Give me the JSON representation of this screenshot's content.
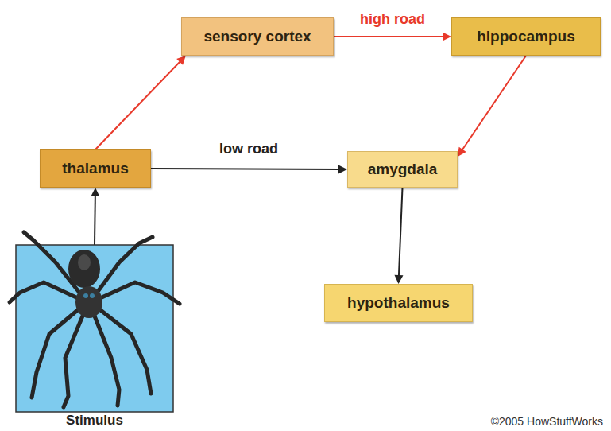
{
  "diagram": {
    "nodes": [
      {
        "text": [
          "sensory cortex"
        ]
      },
      {
        "text": [
          "hippocampus"
        ]
      },
      {
        "text": [
          "thalamus"
        ]
      },
      {
        "text": [
          "amygdala"
        ]
      },
      {
        "text": [
          "Stimulus"
        ]
      },
      {
        "text": [
          "hypothalamus"
        ]
      }
    ],
    "edges": [
      {
        "from": 4,
        "to": 2,
        "arrow": "to"
      },
      {
        "from": 2,
        "to": 0,
        "arrow": "to"
      },
      {
        "from": 0,
        "to": 1,
        "label": "high road",
        "arrow": "to"
      },
      {
        "from": 1,
        "to": 3,
        "arrow": "to"
      },
      {
        "from": 2,
        "to": 3,
        "label": "low road",
        "arrow": "to"
      },
      {
        "from": 3,
        "to": 5,
        "arrow": "to"
      }
    ],
    "labels": [
      "©2005 HowStuffWorks"
    ]
  }
}
